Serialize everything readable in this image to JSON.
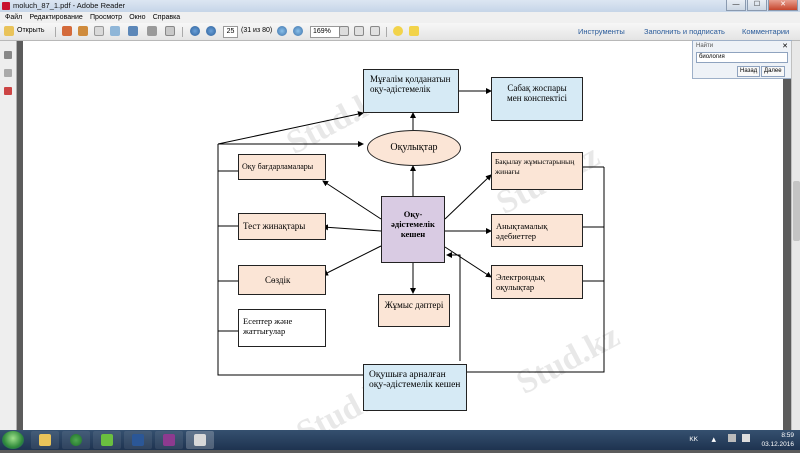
{
  "window": {
    "title": "moluch_87_1.pdf - Adobe Reader",
    "min": "—",
    "max": "☐",
    "close": "✕"
  },
  "menu": [
    "Файл",
    "Редактирование",
    "Просмотр",
    "Окно",
    "Справка"
  ],
  "toolbar": {
    "open_label": "Открыть",
    "page_current": "25",
    "page_of": "(31 из 80)",
    "zoom": "169%",
    "tools_label": "Инструменты",
    "fill_sign_label": "Заполнить и подписать",
    "comments_label": "Комментарии"
  },
  "find": {
    "title": "Найти",
    "value": "биология",
    "prev_label": "Назад",
    "next_label": "Далее",
    "close": "✕"
  },
  "diagram": {
    "teacher_methods": "Мұғалім қолданатын оқу-әдістемелік",
    "lesson_plans": "Сабақ жоспары мен конспектісі",
    "textbooks": "Оқулықтар",
    "study_programs": "Оқу бағдарламалары",
    "tests": "Тест жинақтары",
    "dictionary": "Сөздік",
    "exercises": "Есептер және жаттығулар",
    "center": "Оқу-әдістемелік кешен",
    "control_tasks": "Бақылау жұмыстарының жинағы",
    "reference": "Анықтамалық әдебиеттер",
    "e_textbooks": "Электрондық оқулықтар",
    "workbook": "Жұмыс дәптері",
    "student_complex": "Оқушыға арналған оқу-әдістемелік кешен"
  },
  "watermark": "Stud.kz",
  "taskbar": {
    "lang": "KK",
    "time": "8:59",
    "date": "03.12.2016"
  }
}
